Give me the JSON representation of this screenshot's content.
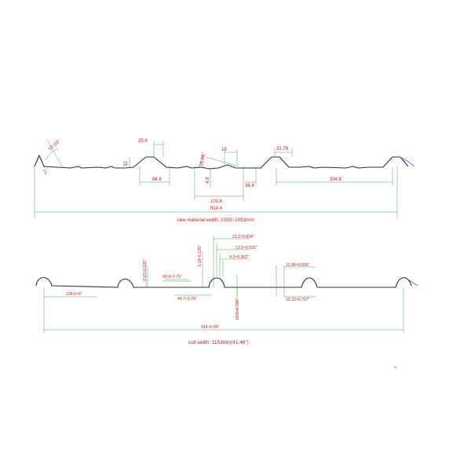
{
  "colors": {
    "profile": "#2a2f4a",
    "dimension_line": "#2e9a3e",
    "dimension_text": "#d11b1b",
    "overlap_edge": "#b04fc0",
    "background": "#ffffff"
  },
  "top_profile": {
    "dimensions": {
      "angle_a": "57.03°",
      "angle_b": "≈7.7",
      "crest_top": "25.6",
      "rib_height": "32",
      "crest_span": "84.6",
      "angle_c": "28.89°",
      "slope_run": "19",
      "ridge": "4.8",
      "pitch": "101.6",
      "valley": "36.4",
      "crest_width": "31.78",
      "end_span": "304.8"
    },
    "cover_width": "914.4",
    "caption": "raw material width: 1055~1093mm"
  },
  "bottom_profile": {
    "dimensions": {
      "rib_height": "2.67≈0.105\"",
      "rib_width": "69.9≈2.75\"",
      "height_total": "3.18≈0.125\"",
      "crest_a": "21.2≈0.834\"",
      "crest_b": "13.5≈0.531\"",
      "crest_c": "9.2≈0.362\"",
      "side_mark": "12.86≈0.506\"",
      "panel_section": "228.6≈9\"",
      "valley_width": "44.7≈1.76\"",
      "depth": "18.5≈0.728\"",
      "foot_width": "19.22≈0.757\""
    },
    "cover_width": "914.4≈36\"",
    "caption": "coil width: 1153mm(41.46\")"
  },
  "corner_mark": "a"
}
